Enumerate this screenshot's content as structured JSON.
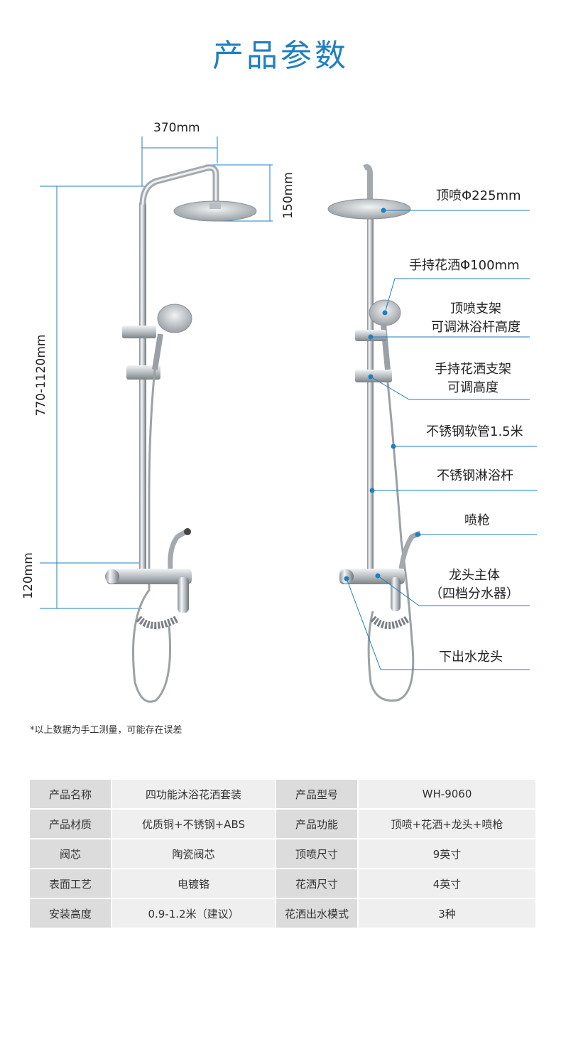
{
  "title": "产品参数",
  "dimensions": {
    "width": "370mm",
    "head_height": "150mm",
    "bar_range": "770-1120mm",
    "faucet_height": "120mm"
  },
  "callouts": {
    "top_spray": "顶喷Φ225mm",
    "hand_shower": "手持花洒Φ100mm",
    "top_bracket_line1": "顶喷支架",
    "top_bracket_line2": "可调淋浴杆高度",
    "hand_bracket_line1": "手持花洒支架",
    "hand_bracket_line2": "可调高度",
    "hose": "不锈钢软管1.5米",
    "bar": "不锈钢淋浴杆",
    "spray_gun": "喷枪",
    "body_line1": "龙头主体",
    "body_line2": "（四档分水器）",
    "spout": "下出水龙头"
  },
  "note": "*以上数据为手工测量，可能存在误差",
  "accent_color": "#1f7fbf",
  "spec_table": [
    {
      "k1": "产品名称",
      "v1": "四功能沐浴花洒套装",
      "k2": "产品型号",
      "v2": "WH-9060"
    },
    {
      "k1": "产品材质",
      "v1": "优质铜+不锈钢+ABS",
      "k2": "产品功能",
      "v2": "顶喷+花洒+龙头+喷枪"
    },
    {
      "k1": "阀芯",
      "v1": "陶瓷阀芯",
      "k2": "顶喷尺寸",
      "v2": "9英寸"
    },
    {
      "k1": "表面工艺",
      "v1": "电镀铬",
      "k2": "花洒尺寸",
      "v2": "4英寸"
    },
    {
      "k1": "安装高度",
      "v1": "0.9-1.2米（建议）",
      "k2": "花洒出水模式",
      "v2": "3种"
    }
  ]
}
